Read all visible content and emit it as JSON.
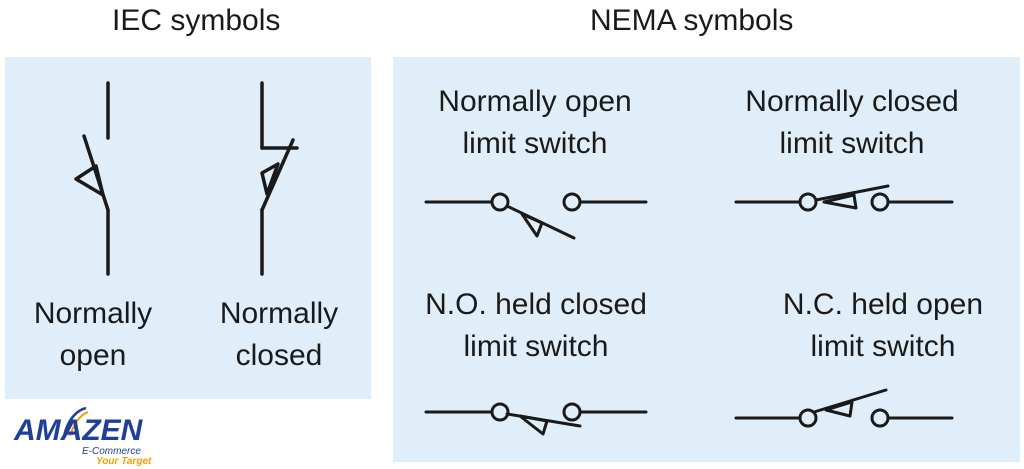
{
  "headings": {
    "iec": "IEC symbols",
    "nema": "NEMA symbols"
  },
  "iec": {
    "normally_open": {
      "line1": "Normally",
      "line2": "open"
    },
    "normally_closed": {
      "line1": "Normally",
      "line2": "closed"
    }
  },
  "nema": {
    "no_limit": {
      "line1": "Normally open",
      "line2": "limit switch"
    },
    "nc_limit": {
      "line1": "Normally closed",
      "line2": "limit switch"
    },
    "no_held_closed": {
      "line1": "N.O. held closed",
      "line2": "limit switch"
    },
    "nc_held_open": {
      "line1": "N.C. held open",
      "line2": "limit switch"
    }
  },
  "logo": {
    "name": "AMAZEN",
    "sub": "E-Commerce",
    "tagline": "Your Target"
  },
  "colors": {
    "panel": "#dfeef8",
    "stroke": "#1a1a1a",
    "logo_blue": "#1f3f99",
    "logo_orange": "#f2a100"
  }
}
